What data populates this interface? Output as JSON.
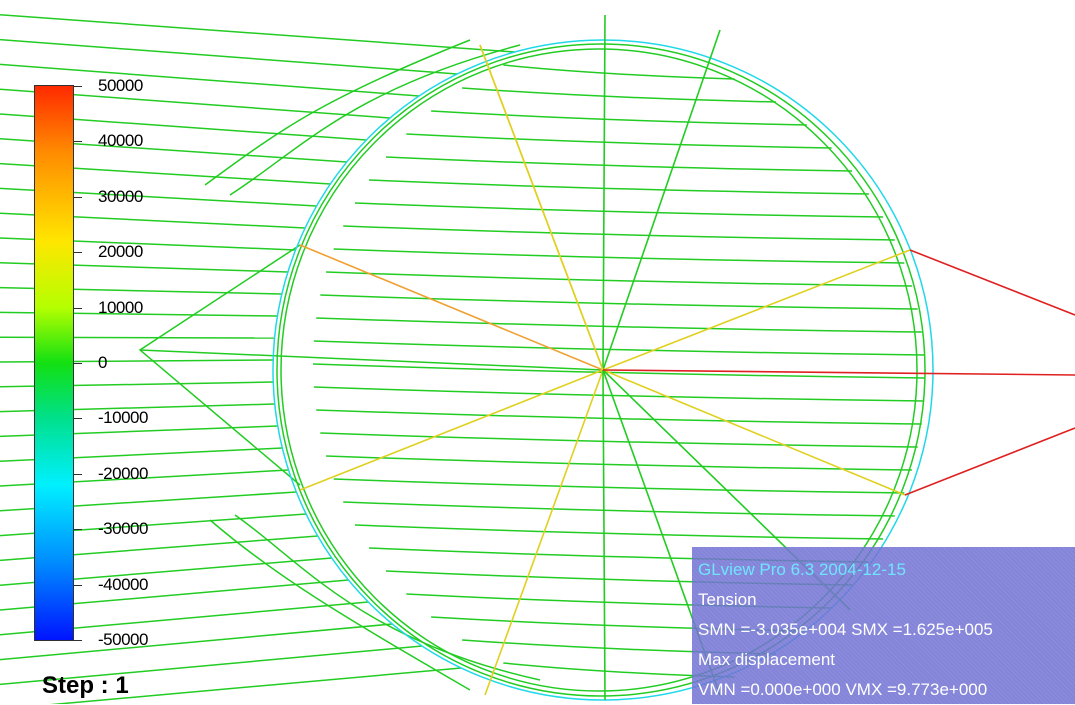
{
  "colors": {
    "background": "#ffffff",
    "line_green": "#22cc22",
    "line_yellow": "#e0d020",
    "line_orange": "#f0a030",
    "line_red": "#e02020",
    "line_cyan": "#20d8e8",
    "panel_bg": "#6e6ed2",
    "panel_title": "#6ee6ff"
  },
  "legend": {
    "colormap": "jet",
    "min": -50000,
    "max": 50000,
    "ticks": [
      "50000",
      "40000",
      "30000",
      "20000",
      "10000",
      "0",
      "-10000",
      "-20000",
      "-30000",
      "-40000",
      "-50000"
    ]
  },
  "step_label": "Step : 1",
  "info": {
    "app": "GLview Pro 6.3  2004-12-15",
    "result": "Tension",
    "scalar_range": "SMN =-3.035e+004  SMX =1.625e+005",
    "vector_title": "Max displacement",
    "vector_range": "VMN =0.000e+000  VMX =9.773e+000"
  }
}
